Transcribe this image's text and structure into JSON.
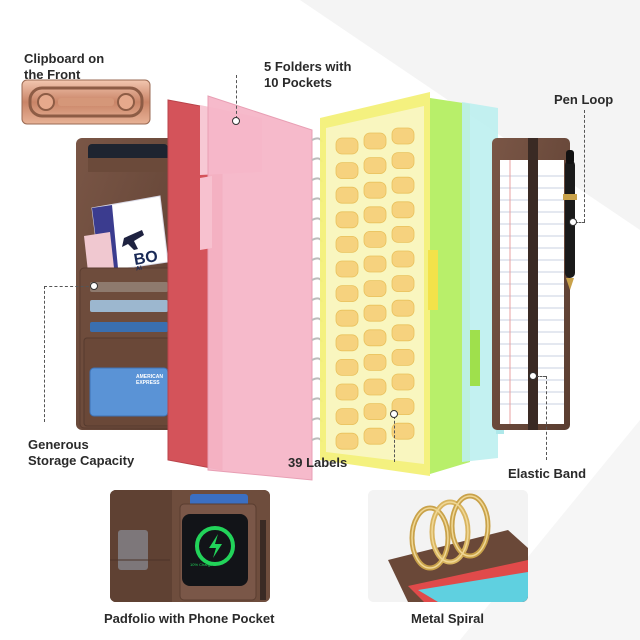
{
  "callouts": {
    "clipboard": "Clipboard on\nthe Front",
    "folders": "5 Folders with\n10 Pockets",
    "pen_loop": "Pen Loop",
    "storage": "Generous\nStorage Capacity",
    "labels": "39 Labels",
    "elastic": "Elastic Band",
    "phone_pocket": "Padfolio with Phone Pocket",
    "spiral": "Metal Spiral"
  },
  "product_print": {
    "boarding_pass": "BO",
    "boarding_sub": "AI",
    "credit_card": "AMERICAN\nEXPRESS",
    "charger_text": "10% Charged"
  },
  "colors": {
    "leather": "#6b4a3a",
    "folder_red": "#d4535a",
    "folder_pink": "#f5b6c8",
    "folder_yellow": "#f3f078",
    "folder_green": "#b8ef6a",
    "folder_cyan": "#bdeff0",
    "charge_green": "#22d45a"
  }
}
